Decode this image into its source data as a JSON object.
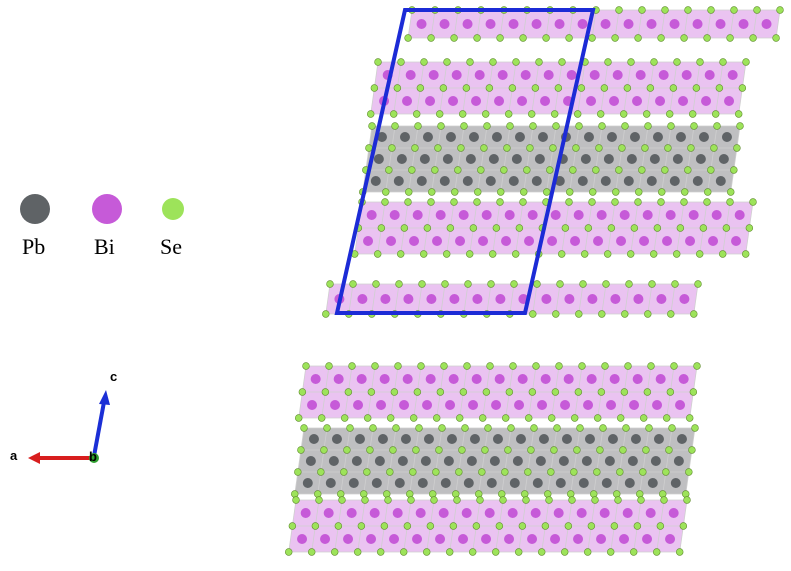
{
  "legend": {
    "items": [
      {
        "label": "Pb",
        "color": "#5f6366"
      },
      {
        "label": "Bi",
        "color": "#c65ad8"
      },
      {
        "label": "Se",
        "color": "#9de35a"
      }
    ]
  },
  "axes": {
    "a_label": "a",
    "b_label": "b",
    "c_label": "c",
    "a_color": "#d81e1e",
    "c_color": "#1b2fd6",
    "b_color": "#2e9e2e"
  },
  "structure": {
    "bi_octahedron_fill": "#e6b8ee",
    "pb_octahedron_fill": "#b4b4b6",
    "bond_color": "#cfcfcf",
    "unit_cell_color": "#1c2bd6"
  }
}
